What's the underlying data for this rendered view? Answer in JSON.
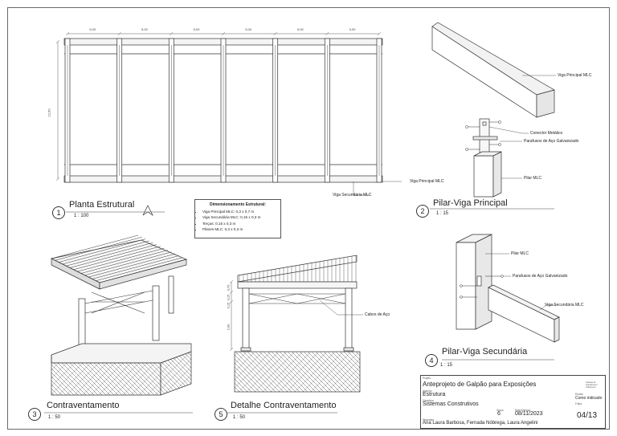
{
  "views": [
    {
      "number": "1",
      "title": "Planta Estrutural",
      "scale": "1 : 100"
    },
    {
      "number": "2",
      "title": "Pilar-Viga Principal",
      "scale": "1 : 15"
    },
    {
      "number": "3",
      "title": "Contraventamento",
      "scale": "1 : 50"
    },
    {
      "number": "4",
      "title": "Pilar-Viga Secundária",
      "scale": "1 : 15"
    },
    {
      "number": "5",
      "title": "Detalhe Contraventamento",
      "scale": "1 : 50"
    }
  ],
  "plan": {
    "bay_dims": [
      "5,00",
      "5,00",
      "5,00",
      "5,00",
      "5,00",
      "5,00"
    ],
    "depth_dim": "12,50",
    "label_main": "Viga Principal MLC",
    "label_secondary": "Viga Secundária MLC"
  },
  "legend": {
    "heading": "Dimensionamento Estrutural:",
    "items": [
      "Viga Principal MLC: 0,3 x 0,7 m",
      "Viga Secundária MLC: 0,15 x 0,3 m",
      "Terças: 0,15 x 0,3 m",
      "Pilares MLC: 0,3 x 0,3 m"
    ]
  },
  "detail2": {
    "beam": "Viga Principal MLC",
    "connector": "Conector Metálico",
    "bolts": "Parafusos de Aço Galvanizado",
    "column": "Pilar MLC"
  },
  "detail4": {
    "column": "Pilar MLC",
    "bolts": "Parafusos de Aço Galvanizado",
    "beam": "Viga Secundária MLC"
  },
  "detail5": {
    "cables": "Cabos de Aço",
    "dims": [
      "0,70",
      "0,15",
      "0,15",
      "2,00"
    ]
  },
  "title_block": {
    "project_caption": "Projeto",
    "project": "Anteprojeto de Galpão para Exposições",
    "subject_caption": "Assunto",
    "subject": "Estrutura",
    "discipline_caption": "Disciplina",
    "discipline": "Sistemas Construtivos",
    "group_caption": "Grupo",
    "group": "6",
    "date_caption": "Data Entrega",
    "date": "08/11/2023",
    "scale_caption": "Escala",
    "scale": "Como indicado",
    "sheet_caption": "Folha",
    "sheet": "04/13",
    "students_caption": "Discentes",
    "students": "Ana Laura Barbosa, Fernada Nóbrega, Laura Angelini",
    "institution": "Instituto de Arquitetura e Urbanismo"
  }
}
